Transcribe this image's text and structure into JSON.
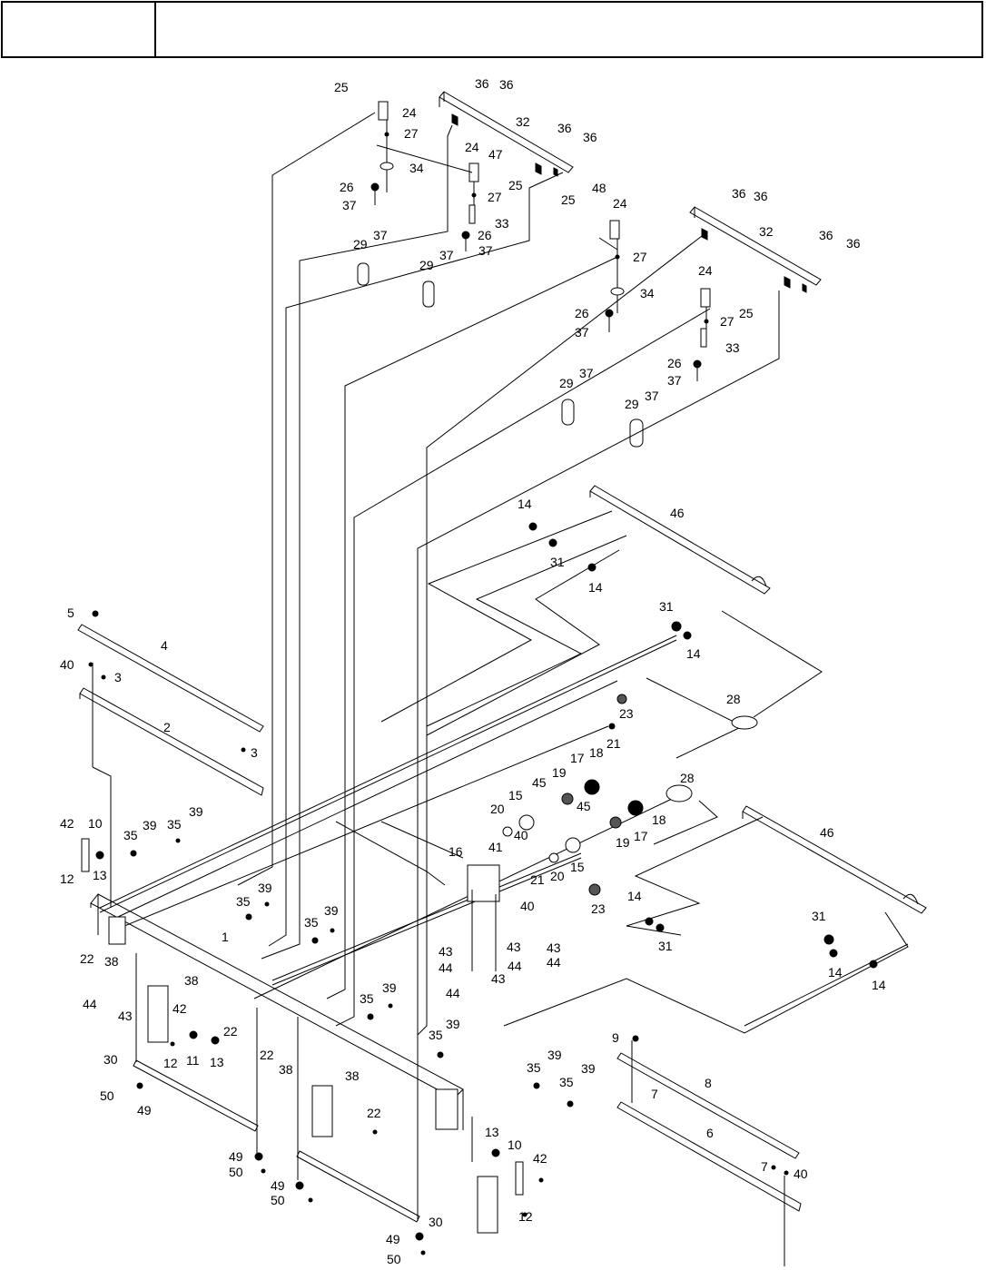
{
  "header": {
    "left_cell": "",
    "right_cell": ""
  },
  "callouts": [
    {
      "id": "c25a",
      "t": "25"
    },
    {
      "id": "c24a",
      "t": "24"
    },
    {
      "id": "c27a",
      "t": "27"
    },
    {
      "id": "c34a",
      "t": "34"
    },
    {
      "id": "c26a",
      "t": "26"
    },
    {
      "id": "c37a",
      "t": "37"
    },
    {
      "id": "c36a",
      "t": "36"
    },
    {
      "id": "c36b",
      "t": "36"
    },
    {
      "id": "c32a",
      "t": "32"
    },
    {
      "id": "c36c",
      "t": "36"
    },
    {
      "id": "c36d",
      "t": "36"
    },
    {
      "id": "c24b",
      "t": "24"
    },
    {
      "id": "c47",
      "t": "47"
    },
    {
      "id": "c25b",
      "t": "25"
    },
    {
      "id": "c27b",
      "t": "27"
    },
    {
      "id": "c33a",
      "t": "33"
    },
    {
      "id": "c26b",
      "t": "26"
    },
    {
      "id": "c37b",
      "t": "37"
    },
    {
      "id": "c29a",
      "t": "29"
    },
    {
      "id": "c37c",
      "t": "37"
    },
    {
      "id": "c29b",
      "t": "29"
    },
    {
      "id": "c37d",
      "t": "37"
    },
    {
      "id": "c25c",
      "t": "25"
    },
    {
      "id": "c48",
      "t": "48"
    },
    {
      "id": "c24c",
      "t": "24"
    },
    {
      "id": "c27c",
      "t": "27"
    },
    {
      "id": "c34b",
      "t": "34"
    },
    {
      "id": "c26c",
      "t": "26"
    },
    {
      "id": "c37e",
      "t": "37"
    },
    {
      "id": "c36e",
      "t": "36"
    },
    {
      "id": "c36f",
      "t": "36"
    },
    {
      "id": "c32b",
      "t": "32"
    },
    {
      "id": "c36g",
      "t": "36"
    },
    {
      "id": "c36h",
      "t": "36"
    },
    {
      "id": "c24d",
      "t": "24"
    },
    {
      "id": "c25d",
      "t": "25"
    },
    {
      "id": "c27d",
      "t": "27"
    },
    {
      "id": "c33b",
      "t": "33"
    },
    {
      "id": "c26d",
      "t": "26"
    },
    {
      "id": "c37f",
      "t": "37"
    },
    {
      "id": "c29c",
      "t": "29"
    },
    {
      "id": "c37g",
      "t": "37"
    },
    {
      "id": "c29d",
      "t": "29"
    },
    {
      "id": "c37h",
      "t": "37"
    },
    {
      "id": "c14a",
      "t": "14"
    },
    {
      "id": "c46a",
      "t": "46"
    },
    {
      "id": "c31a",
      "t": "31"
    },
    {
      "id": "c14b",
      "t": "14"
    },
    {
      "id": "c31b",
      "t": "31"
    },
    {
      "id": "c14c",
      "t": "14"
    },
    {
      "id": "c5",
      "t": "5"
    },
    {
      "id": "c4",
      "t": "4"
    },
    {
      "id": "c40a",
      "t": "40"
    },
    {
      "id": "c3a",
      "t": "3"
    },
    {
      "id": "c2",
      "t": "2"
    },
    {
      "id": "c3b",
      "t": "3"
    },
    {
      "id": "c23a",
      "t": "23"
    },
    {
      "id": "c28a",
      "t": "28"
    },
    {
      "id": "c21a",
      "t": "21"
    },
    {
      "id": "c17a",
      "t": "17"
    },
    {
      "id": "c18a",
      "t": "18"
    },
    {
      "id": "c19a",
      "t": "19"
    },
    {
      "id": "c45a",
      "t": "45"
    },
    {
      "id": "c15a",
      "t": "15"
    },
    {
      "id": "c20a",
      "t": "20"
    },
    {
      "id": "c28b",
      "t": "28"
    },
    {
      "id": "c45b",
      "t": "45"
    },
    {
      "id": "c40b",
      "t": "40"
    },
    {
      "id": "c17b",
      "t": "17"
    },
    {
      "id": "c18b",
      "t": "18"
    },
    {
      "id": "c19b",
      "t": "19"
    },
    {
      "id": "c41",
      "t": "41"
    },
    {
      "id": "c16",
      "t": "16"
    },
    {
      "id": "c20b",
      "t": "20"
    },
    {
      "id": "c15b",
      "t": "15"
    },
    {
      "id": "c21b",
      "t": "21"
    },
    {
      "id": "c40c",
      "t": "40"
    },
    {
      "id": "c23b",
      "t": "23"
    },
    {
      "id": "c46b",
      "t": "46"
    },
    {
      "id": "c14d",
      "t": "14"
    },
    {
      "id": "c31c",
      "t": "31"
    },
    {
      "id": "c31d",
      "t": "31"
    },
    {
      "id": "c14e",
      "t": "14"
    },
    {
      "id": "c14f",
      "t": "14"
    },
    {
      "id": "c42a",
      "t": "42"
    },
    {
      "id": "c10a",
      "t": "10"
    },
    {
      "id": "c12a",
      "t": "12"
    },
    {
      "id": "c13a",
      "t": "13"
    },
    {
      "id": "c35a",
      "t": "35"
    },
    {
      "id": "c39a",
      "t": "39"
    },
    {
      "id": "c35b",
      "t": "35"
    },
    {
      "id": "c39b",
      "t": "39"
    },
    {
      "id": "c35c",
      "t": "35"
    },
    {
      "id": "c39c",
      "t": "39"
    },
    {
      "id": "c1",
      "t": "1"
    },
    {
      "id": "c35d",
      "t": "35"
    },
    {
      "id": "c39d",
      "t": "39"
    },
    {
      "id": "c22a",
      "t": "22"
    },
    {
      "id": "c38a",
      "t": "38"
    },
    {
      "id": "c38b",
      "t": "38"
    },
    {
      "id": "c44a",
      "t": "44"
    },
    {
      "id": "c43a",
      "t": "43"
    },
    {
      "id": "c43b",
      "t": "43"
    },
    {
      "id": "c43c",
      "t": "43"
    },
    {
      "id": "c43d",
      "t": "43"
    },
    {
      "id": "c44b",
      "t": "44"
    },
    {
      "id": "c44c",
      "t": "44"
    },
    {
      "id": "c44d",
      "t": "44"
    },
    {
      "id": "c43e",
      "t": "43"
    },
    {
      "id": "c44e",
      "t": "44"
    },
    {
      "id": "c42b",
      "t": "42"
    },
    {
      "id": "c22b",
      "t": "22"
    },
    {
      "id": "c35e",
      "t": "35"
    },
    {
      "id": "c39e",
      "t": "39"
    },
    {
      "id": "c22c",
      "t": "22"
    },
    {
      "id": "c38c",
      "t": "38"
    },
    {
      "id": "c12b",
      "t": "12"
    },
    {
      "id": "c11",
      "t": "11"
    },
    {
      "id": "c13b",
      "t": "13"
    },
    {
      "id": "c35f",
      "t": "35"
    },
    {
      "id": "c39f",
      "t": "39"
    },
    {
      "id": "c9",
      "t": "9"
    },
    {
      "id": "c30a",
      "t": "30"
    },
    {
      "id": "c50a",
      "t": "50"
    },
    {
      "id": "c49a",
      "t": "49"
    },
    {
      "id": "c38d",
      "t": "38"
    },
    {
      "id": "c35g",
      "t": "35"
    },
    {
      "id": "c39g",
      "t": "39"
    },
    {
      "id": "c35h",
      "t": "35"
    },
    {
      "id": "c39h",
      "t": "39"
    },
    {
      "id": "c8",
      "t": "8"
    },
    {
      "id": "c7a",
      "t": "7"
    },
    {
      "id": "c22d",
      "t": "22"
    },
    {
      "id": "c6",
      "t": "6"
    },
    {
      "id": "c13c",
      "t": "13"
    },
    {
      "id": "c10b",
      "t": "10"
    },
    {
      "id": "c42c",
      "t": "42"
    },
    {
      "id": "c7b",
      "t": "7"
    },
    {
      "id": "c40d",
      "t": "40"
    },
    {
      "id": "c49b",
      "t": "49"
    },
    {
      "id": "c50b",
      "t": "50"
    },
    {
      "id": "c49c",
      "t": "49"
    },
    {
      "id": "c50c",
      "t": "50"
    },
    {
      "id": "c12c",
      "t": "12"
    },
    {
      "id": "c30b",
      "t": "30"
    },
    {
      "id": "c49d",
      "t": "49"
    },
    {
      "id": "c50d",
      "t": "50"
    }
  ]
}
